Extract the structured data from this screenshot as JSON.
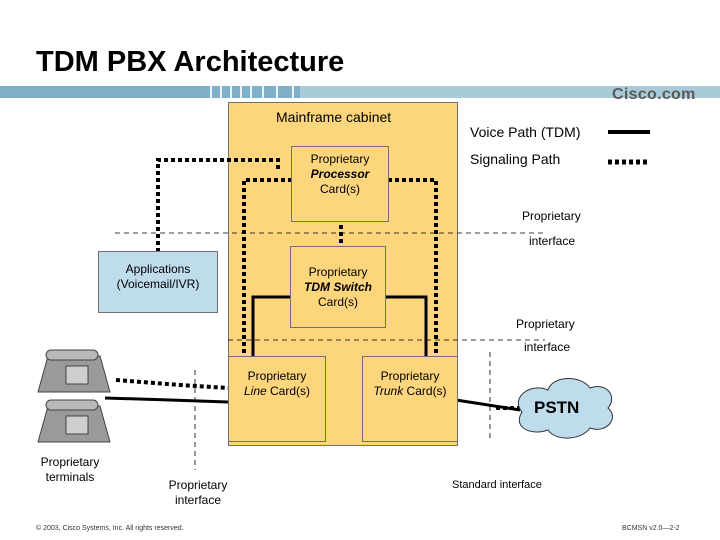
{
  "title": "TDM PBX Architecture",
  "brand": {
    "logo_text": "Cisco.com",
    "banner_color": "#7fb0c8",
    "accent": "#fcd57c"
  },
  "cabinet": {
    "label": "Mainframe cabinet"
  },
  "processor_card": {
    "line1": "Proprietary",
    "line2": "Processor",
    "line3": "Card(s)"
  },
  "switch_card": {
    "line1": "Proprietary",
    "line2": "TDM Switch",
    "line3": "Card(s)"
  },
  "line_card": {
    "line1": "Proprietary",
    "line2a": "Line",
    "line2b": " Card(s)"
  },
  "trunk_card": {
    "line1": "Proprietary",
    "line2a": "Trunk",
    "line2b": " Card(s)"
  },
  "applications": {
    "line1": "Applications",
    "line2": "(Voicemail/IVR)"
  },
  "legend": {
    "voice_path": "Voice Path (TDM)",
    "signaling_path": "Signaling Path"
  },
  "interfaces": {
    "upper": {
      "line1": "Proprietary",
      "line2": "interface"
    },
    "middle": {
      "line1": "Proprietary",
      "line2": "interface"
    },
    "terminal": {
      "line1": "Proprietary",
      "line2": "interface"
    },
    "standard": "Standard interface"
  },
  "terminals": {
    "line1": "Proprietary",
    "line2": "terminals"
  },
  "pstn": "PSTN",
  "footer": {
    "copyright": "© 2003, Cisco Systems, Inc. All rights reserved.",
    "code": "BCMSN v2.0—2-2"
  }
}
